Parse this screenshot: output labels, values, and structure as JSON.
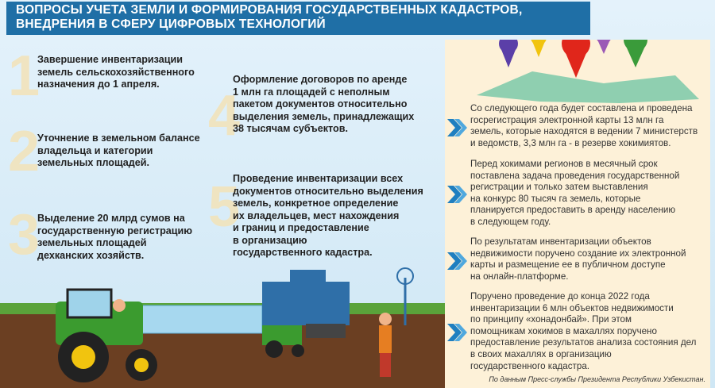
{
  "title": {
    "line1": "ВОПРОСЫ УЧЕТА ЗЕМЛИ И ФОРМИРОВАНИЯ ГОСУДАРСТВЕННЫХ КАДАСТРОВ,",
    "line2": "ВНЕДРЕНИЯ В СФЕРУ ЦИФРОВЫХ ТЕХНОЛОГИЙ"
  },
  "items": [
    {
      "num": "1",
      "lines": [
        "Завершение инвентаризации",
        "земель сельскохозяйственного",
        "назначения до 1 апреля."
      ]
    },
    {
      "num": "2",
      "lines": [
        "Уточнение в земельном балансе",
        "владельца и категории",
        "земельных площадей."
      ]
    },
    {
      "num": "3",
      "lines": [
        "Выделение 20 млрд сумов на",
        "государственную регистрацию",
        "земельных площадей",
        "дехканских хозяйств."
      ]
    },
    {
      "num": "4",
      "lines": [
        "Оформление договоров по аренде",
        "1 млн га площадей с неполным",
        "пакетом документов относительно",
        "выделения земель, принадлежащих",
        "38 тысячам субъектов."
      ]
    },
    {
      "num": "5",
      "lines": [
        "Проведение инвентаризации всех",
        "документов относительно выделения",
        "земель, конкретное определение",
        "их владельцев, мест нахождения",
        "и границ и предоставление",
        "в организацию",
        "государственного кадастра."
      ]
    }
  ],
  "right": [
    {
      "lines": [
        "Со следующего года будет составлена и проведена",
        "госрегистрация электронной карты 13 млн га",
        "земель, которые находятся в ведении 7 министерств",
        "и ведомств, 3,3 млн га - в резерве хокимиятов."
      ]
    },
    {
      "lines": [
        "Перед хокимами регионов в месячный срок",
        "поставлена задача проведения государственной",
        "регистрации и только затем выставления",
        "на конкурс 80 тысяч га земель, которые",
        "планируется предоставить в аренду населению",
        "в следующем году."
      ]
    },
    {
      "lines": [
        "По результатам инвентаризации объектов",
        "недвижимости поручено создание их электронной",
        "карты и размещение ее в публичном доступе",
        "на онлайн-платформе."
      ]
    },
    {
      "lines": [
        "Поручено проведение до конца 2022 года",
        "инвентаризации 6 млн объектов недвижимости",
        "по принципу «хонадонбай». При этом",
        "помощникам хокимов в махаллях поручено",
        "предоставление результатов анализа состояния дел",
        "в своих махаллях в организацию",
        "государственного кадастра."
      ]
    }
  ],
  "source": "По данным Пресс-службы Президента Республики Узбекистан.",
  "colors": {
    "title_bg": "#1f6fa6",
    "panel": "#fdf1d8",
    "chevron": "#1f7fc0",
    "numbers": "#f3e3b8"
  }
}
